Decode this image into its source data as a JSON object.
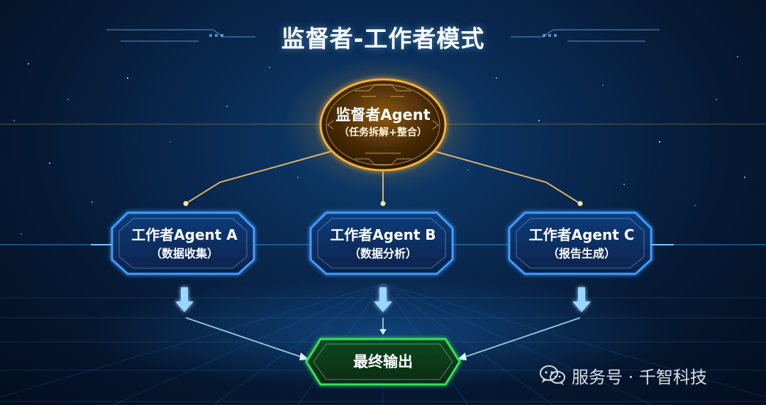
{
  "title": "监督者-工作者模式",
  "supervisor": {
    "name": "监督者Agent",
    "role": "（任务拆解+整合）"
  },
  "workers": [
    {
      "name": "工作者Agent A",
      "role": "（数据收集）"
    },
    {
      "name": "工作者Agent B",
      "role": "（数据分析）"
    },
    {
      "name": "工作者Agent C",
      "role": "（报告生成）"
    }
  ],
  "output": {
    "label": "最终输出"
  },
  "watermark": {
    "text": "服务号 · 千智科技",
    "icon": "wechat-icon"
  },
  "colors": {
    "background": "#061a35",
    "supervisor_accent": "#f2b23c",
    "worker_accent": "#2f8fff",
    "output_accent": "#35e05a"
  }
}
